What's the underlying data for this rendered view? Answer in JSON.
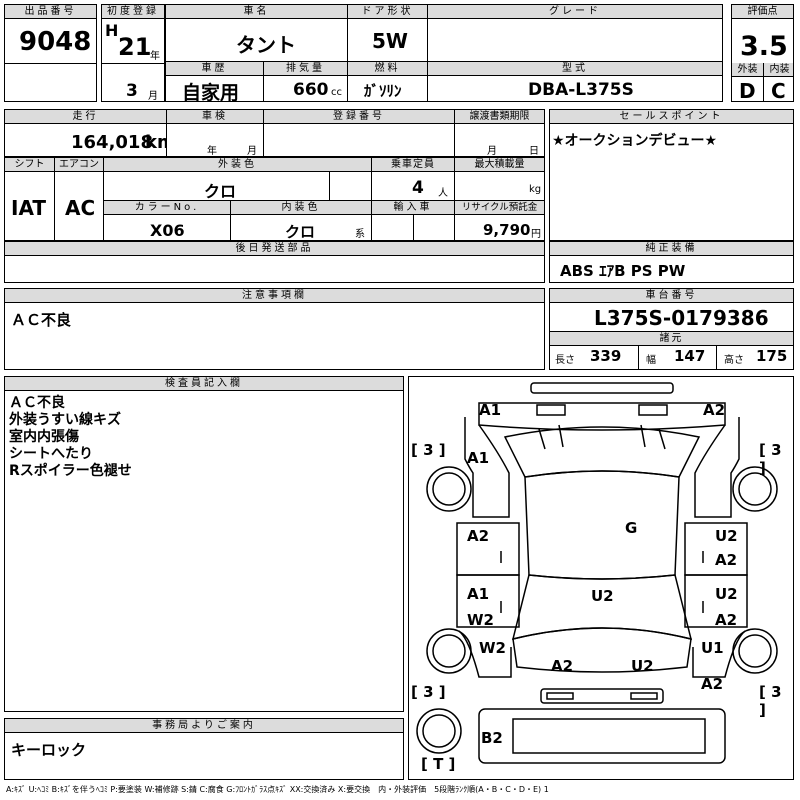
{
  "header": {
    "lot_label": "出品番号",
    "lot_no": "9048",
    "first_reg_label": "初度登録",
    "era": "H",
    "year": "21",
    "year_unit": "年",
    "month": "3",
    "month_unit": "月",
    "car_name_label": "車名",
    "car_name": "タント",
    "door_label": "ドア形状",
    "door": "5W",
    "grade_label": "グレード",
    "grade": "",
    "score_label": "評価点",
    "score": "3.5",
    "ext_label": "外装",
    "ext": "D",
    "int_label": "内装",
    "int": "C",
    "history_label": "車歴",
    "history": "自家用",
    "cc_label": "排気量",
    "cc": "660",
    "cc_unit": "cc",
    "fuel_label": "燃料",
    "fuel": "ｶﾞｿﾘﾝ",
    "model_label": "型式",
    "model": "DBA-L375S"
  },
  "row2": {
    "mileage_label": "走行",
    "mileage": "164,018",
    "mileage_unit": "km",
    "inspection_label": "車検",
    "insp_year_unit": "年",
    "insp_month_unit": "月",
    "reg_no_label": "登録番号",
    "transfer_label": "譲渡書類期限",
    "transfer_month_unit": "月",
    "transfer_day_unit": "日",
    "sales_point_label": "セールスポイント",
    "sales_point": "★オークションデビュー★",
    "shift_label": "シフト",
    "shift": "IAT",
    "ac_label": "エアコン",
    "ac": "AC",
    "color_label": "外装色",
    "color": "クロ",
    "capacity_label": "乗車定員",
    "capacity": "4",
    "capacity_unit": "人",
    "load_label": "最大積載量",
    "load_unit": "kg",
    "color_no_label": "カラーNo.",
    "color_no": "X06",
    "int_color_label": "内装色",
    "int_color": "クロ",
    "int_color_unit": "系",
    "import_label": "輸入車",
    "recycle_label": "リサイクル預託金",
    "recycle": "9,790",
    "recycle_unit": "円",
    "later_parts_label": "後日発送部品",
    "equipment_label": "純正装備",
    "equipment": "ABS ｴｱB PS PW"
  },
  "notes": {
    "caution_label": "注意事項欄",
    "caution": "ＡＣ不良",
    "chassis_label": "車台番号",
    "chassis": "L375S-0179386",
    "spec_label": "諸元",
    "length_label": "長さ",
    "length": "339",
    "width_label": "幅",
    "width": "147",
    "height_label": "高さ",
    "height": "175",
    "inspector_label": "検査員記入欄",
    "inspector_lines": [
      "ＡＣ不良",
      "外装うすい線キズ",
      "室内内張傷",
      "シートへたり",
      "Rスポイラー色褪せ"
    ],
    "office_label": "事務局よりご案内",
    "office": "キーロック"
  },
  "diagram": {
    "marks": [
      "A1",
      "A2",
      "[ 3 ]",
      "[ 3 ]",
      "A1",
      "G",
      "A2",
      "U2",
      "A2",
      "U2",
      "A1",
      "U2",
      "W2",
      "A2",
      "W2",
      "U1",
      "A2",
      "U2",
      "[ 3 ]",
      "A2",
      "[ 3 ]",
      "B2",
      "[ T ]"
    ]
  },
  "legend": "A:ｷｽﾞ U:ﾍｺﾐ B:ｷｽﾞを伴うﾍｺﾐ P:要塗装 W:補修跡 S:錆 C:腐食 G:ﾌﾛﾝﾄｶﾞﾗｽ点ｷｽﾞ XX:交換済み X:要交換　内・外装評価　5段階ﾗﾝｸ順(A・B・C・D・E) 1"
}
